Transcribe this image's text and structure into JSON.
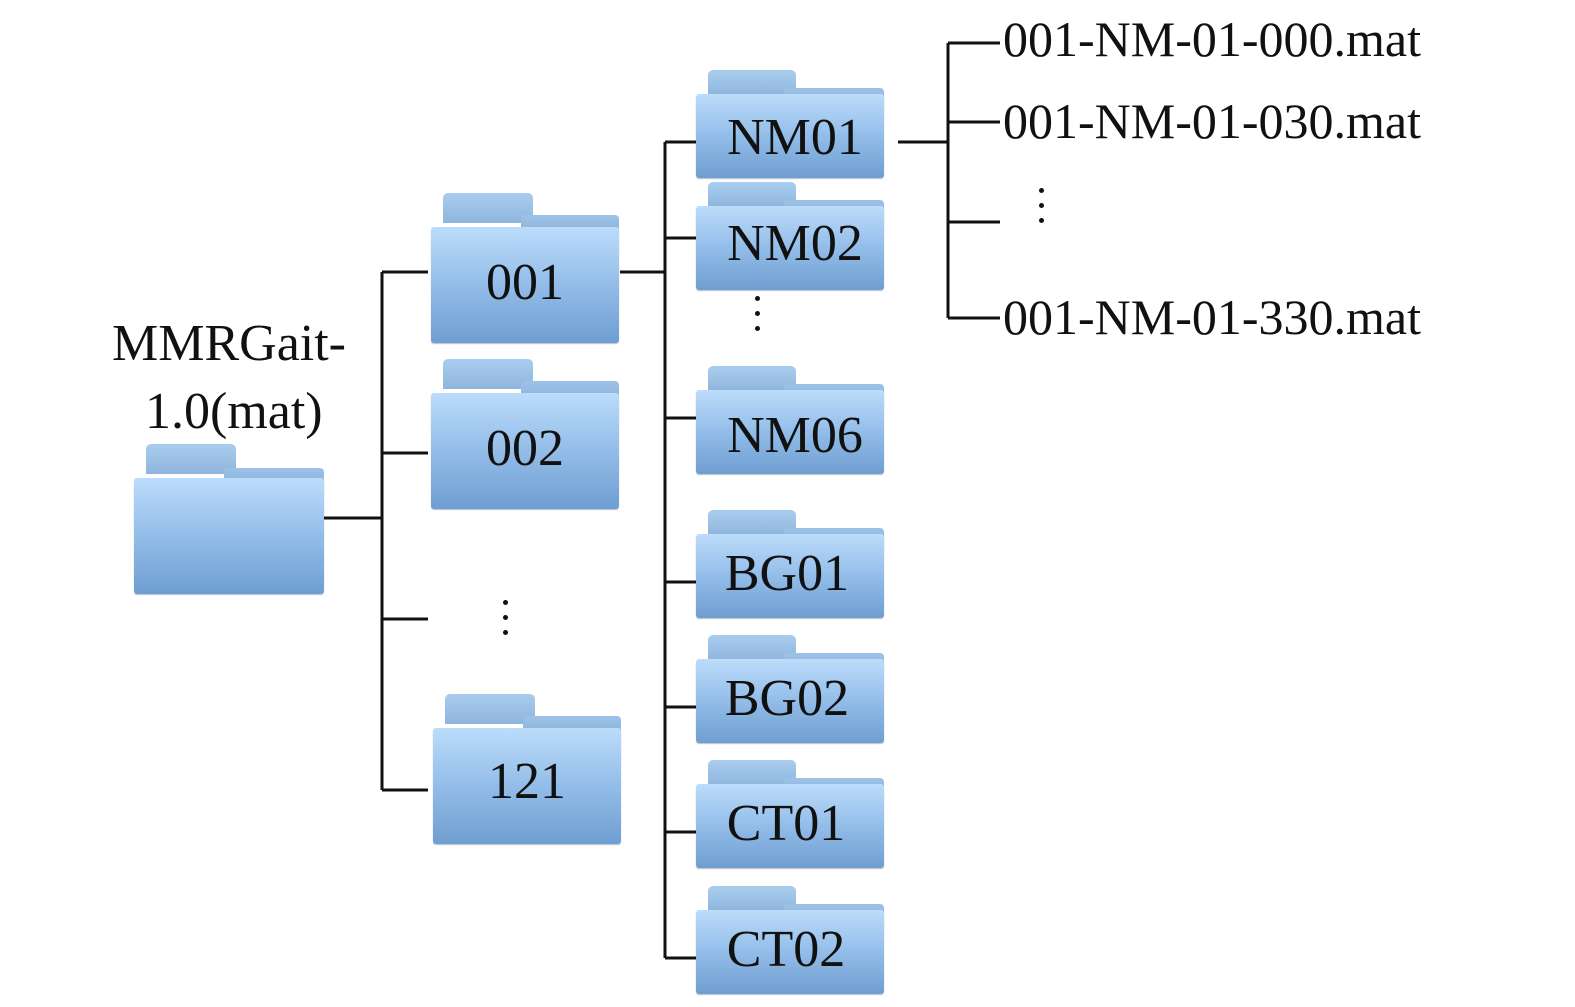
{
  "root": {
    "title_line1": "MMRGait-",
    "title_line2": "1.0(mat)"
  },
  "subjects": [
    {
      "label": "001"
    },
    {
      "label": "002"
    },
    {
      "label": "121"
    }
  ],
  "sequences": [
    {
      "label": "NM01"
    },
    {
      "label": "NM02"
    },
    {
      "label": "NM06"
    },
    {
      "label": "BG01"
    },
    {
      "label": "BG02"
    },
    {
      "label": "CT01"
    },
    {
      "label": "CT02"
    }
  ],
  "files": [
    {
      "label": "001-NM-01-000.mat"
    },
    {
      "label": "001-NM-01-030.mat"
    },
    {
      "label": "001-NM-01-330.mat"
    }
  ],
  "colors": {
    "folder_light": "#bcdcfa",
    "folder_dark": "#6f9ed1",
    "line": "#111111"
  }
}
